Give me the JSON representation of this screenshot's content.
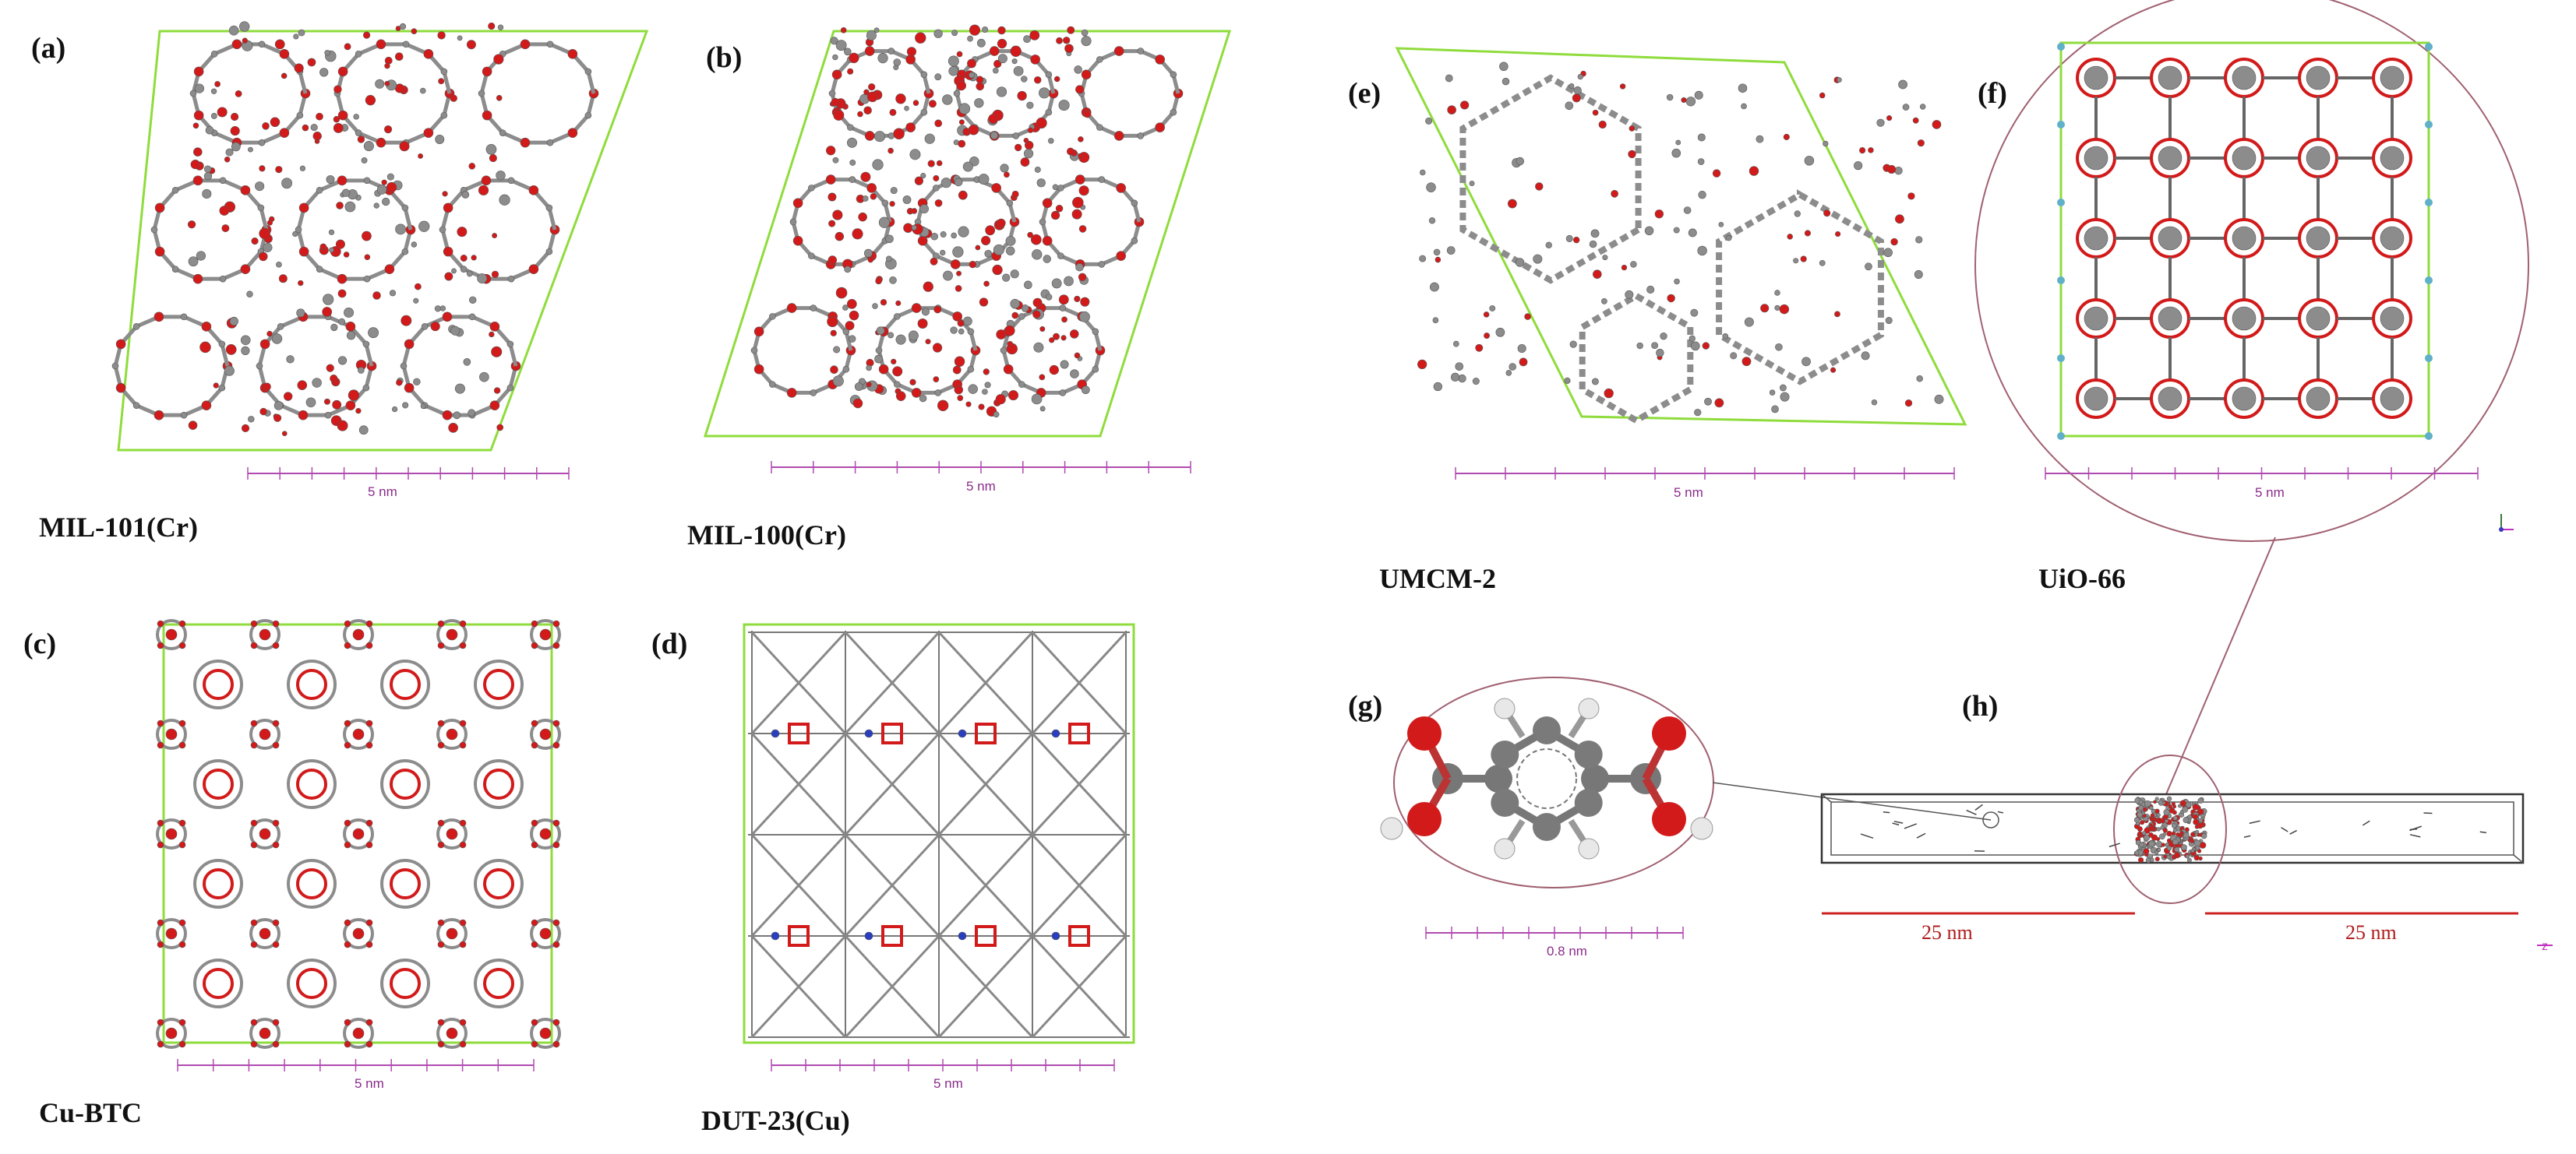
{
  "panels": [
    {
      "id": "a",
      "letter": "(a)",
      "name": "MIL-101(Cr)",
      "scale": "5 nm"
    },
    {
      "id": "b",
      "letter": "(b)",
      "name": "MIL-100(Cr)",
      "scale": "5 nm"
    },
    {
      "id": "c",
      "letter": "(c)",
      "name": "Cu-BTC",
      "scale": "5 nm"
    },
    {
      "id": "d",
      "letter": "(d)",
      "name": "DUT-23(Cu)",
      "scale": "5 nm"
    },
    {
      "id": "e",
      "letter": "(e)",
      "name": "UMCM-2",
      "scale": "5 nm"
    },
    {
      "id": "f",
      "letter": "(f)",
      "name": "UiO-66",
      "scale": "5 nm"
    },
    {
      "id": "g",
      "letter": "(g)",
      "scale": "0.8 nm"
    },
    {
      "id": "h",
      "letter": "(h)",
      "scale_left": "25 nm",
      "scale_right": "25 nm"
    }
  ],
  "axis_glyph": "z",
  "colors": {
    "cell_edge": "#8fdc3c",
    "oxygen": "#d21a1a",
    "carbon": "#8c8c8c",
    "hydrogen": "#e8e8e8",
    "nitrogen": "#2a3fbf",
    "metal": "#5fb0c8",
    "scale_bar": "#b04ab0",
    "scale_bar_red": "#cc2222",
    "zoom_circle": "#a06070"
  }
}
